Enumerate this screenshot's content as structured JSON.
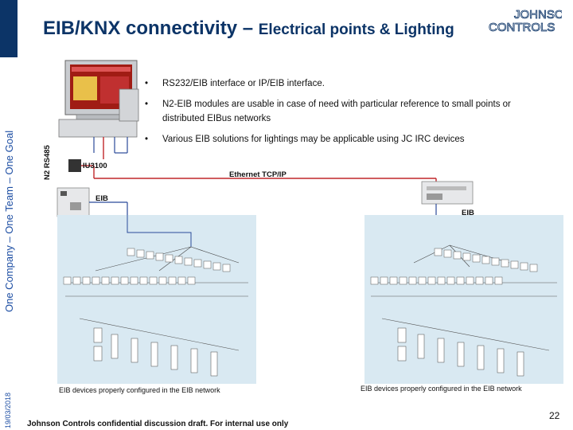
{
  "sidebar": {
    "slogan": "One Company – One Team – One Goal",
    "date": "19/03/2018"
  },
  "header": {
    "title_main": "EIB/KNX connectivity – ",
    "title_sub": "Electrical points & Lighting",
    "logo_line1": "JOHNSON",
    "logo_line2": "CONTROLS"
  },
  "bullets": [
    "RS232/EIB interface or IP/EIB interface.",
    "N2-EIB modules are usable in case of need with particular reference to small points or distributed EIBus networks",
    "Various EIB solutions for lightings may be applicable using  JC IRC devices"
  ],
  "diagram": {
    "n2_label": "N2 RS485",
    "iu_label": "IU3100",
    "ethernet_label": "Ethernet TCP/IP",
    "eib_left": "EIB",
    "eib_right": "EIB",
    "caption_left": "EIB devices properly configured in the EIB network",
    "caption_right": "EIB devices properly configured in the EIB network"
  },
  "footer": {
    "text": "Johnson Controls confidential discussion draft.  For internal use only",
    "page": "22"
  },
  "colors": {
    "brand": "#0c3467",
    "accent": "#1d4ea3",
    "line_red": "#c0262a",
    "line_blue": "#2a4a9a",
    "network_bg": "#d9e9f2"
  }
}
